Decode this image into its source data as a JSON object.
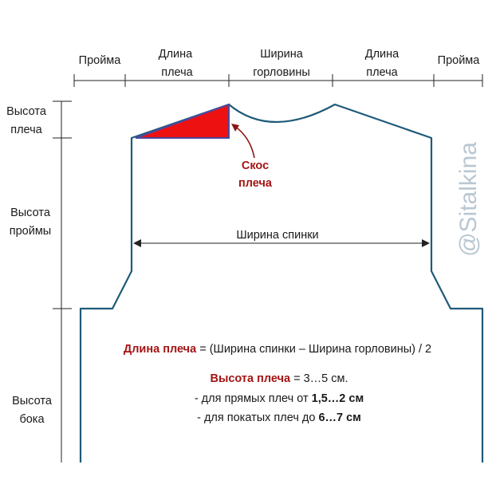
{
  "top_labels": {
    "proyma_left": "Пройма",
    "dlina_plecha_left": [
      "Длина",
      "плеча"
    ],
    "shirina_gorloviny": [
      "Ширина",
      "горловины"
    ],
    "dlina_plecha_right": [
      "Длина",
      "плеча"
    ],
    "proyma_right": "Пройма"
  },
  "left_labels": {
    "vysota_plecha": [
      "Высота",
      "плеча"
    ],
    "vysota_proymy": [
      "Высота",
      "проймы"
    ],
    "vysota_boka": [
      "Высота",
      "бока"
    ]
  },
  "annotation": {
    "line1": "Скос",
    "line2": "плеча"
  },
  "shirina_spinki": "Ширина спинки",
  "formulas": {
    "f1_term": "Длина плеча",
    "f1_rest": " = (Ширина спинки – Ширина горловины) / 2",
    "f2_term": "Высота плеча",
    "f2_rest": " = 3…5 см.",
    "f3_text": "- для прямых плеч от ",
    "f3_value": "1,5…2 см",
    "f4_text": "- для покатых плеч до ",
    "f4_value": "6…7 см"
  },
  "watermark": "@Sitalkina",
  "colors": {
    "outline": "#1f5a7a",
    "triangle_fill": "#ee1111",
    "triangle_stroke": "#4a4aa0",
    "accent_red": "#a31515",
    "tick_line": "#222222"
  }
}
